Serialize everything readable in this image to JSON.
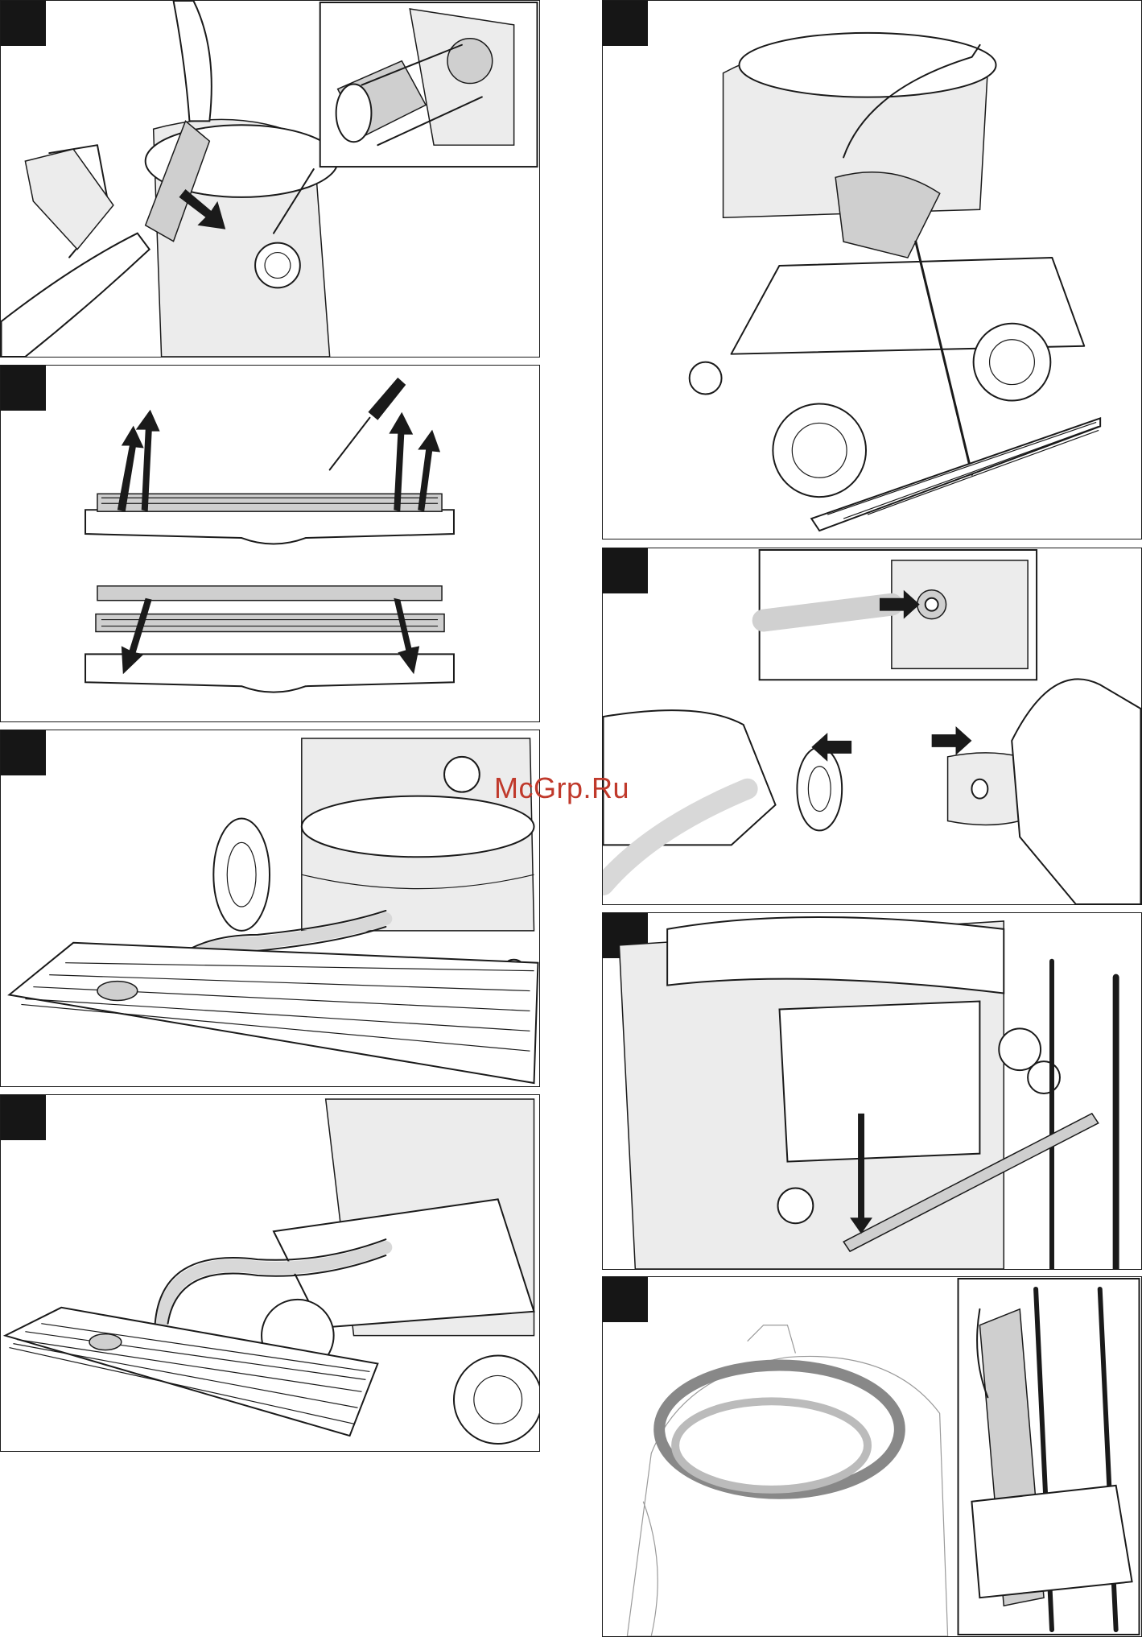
{
  "watermark": {
    "text": "McGrp.Ru",
    "color": "#c0392b"
  },
  "panels": [
    {
      "id": "filter-removal",
      "icons": [
        "hand-icon",
        "filter-icon",
        "arrow-icon"
      ]
    },
    {
      "id": "floor-nozzle-strips",
      "icons": [
        "screwdriver-icon",
        "arrow-up-icon",
        "arrow-down-icon"
      ]
    },
    {
      "id": "vacuum-hose-grate-front",
      "icons": [
        "vacuum-icon",
        "hose-icon",
        "grate-icon"
      ]
    },
    {
      "id": "vacuum-hose-grate-rear",
      "icons": [
        "vacuum-icon",
        "hose-icon",
        "grate-icon"
      ]
    },
    {
      "id": "carry-and-drain",
      "icons": [
        "vacuum-icon",
        "grate-icon"
      ]
    },
    {
      "id": "hose-disconnect",
      "icons": [
        "hose-icon",
        "arrow-left-icon",
        "arrow-right-icon"
      ]
    },
    {
      "id": "tube-holder-insert",
      "icons": [
        "tube-icon",
        "arrow-down-icon"
      ]
    },
    {
      "id": "storage",
      "icons": [
        "vacuum-icon",
        "hose-icon",
        "cable-icon"
      ]
    }
  ]
}
